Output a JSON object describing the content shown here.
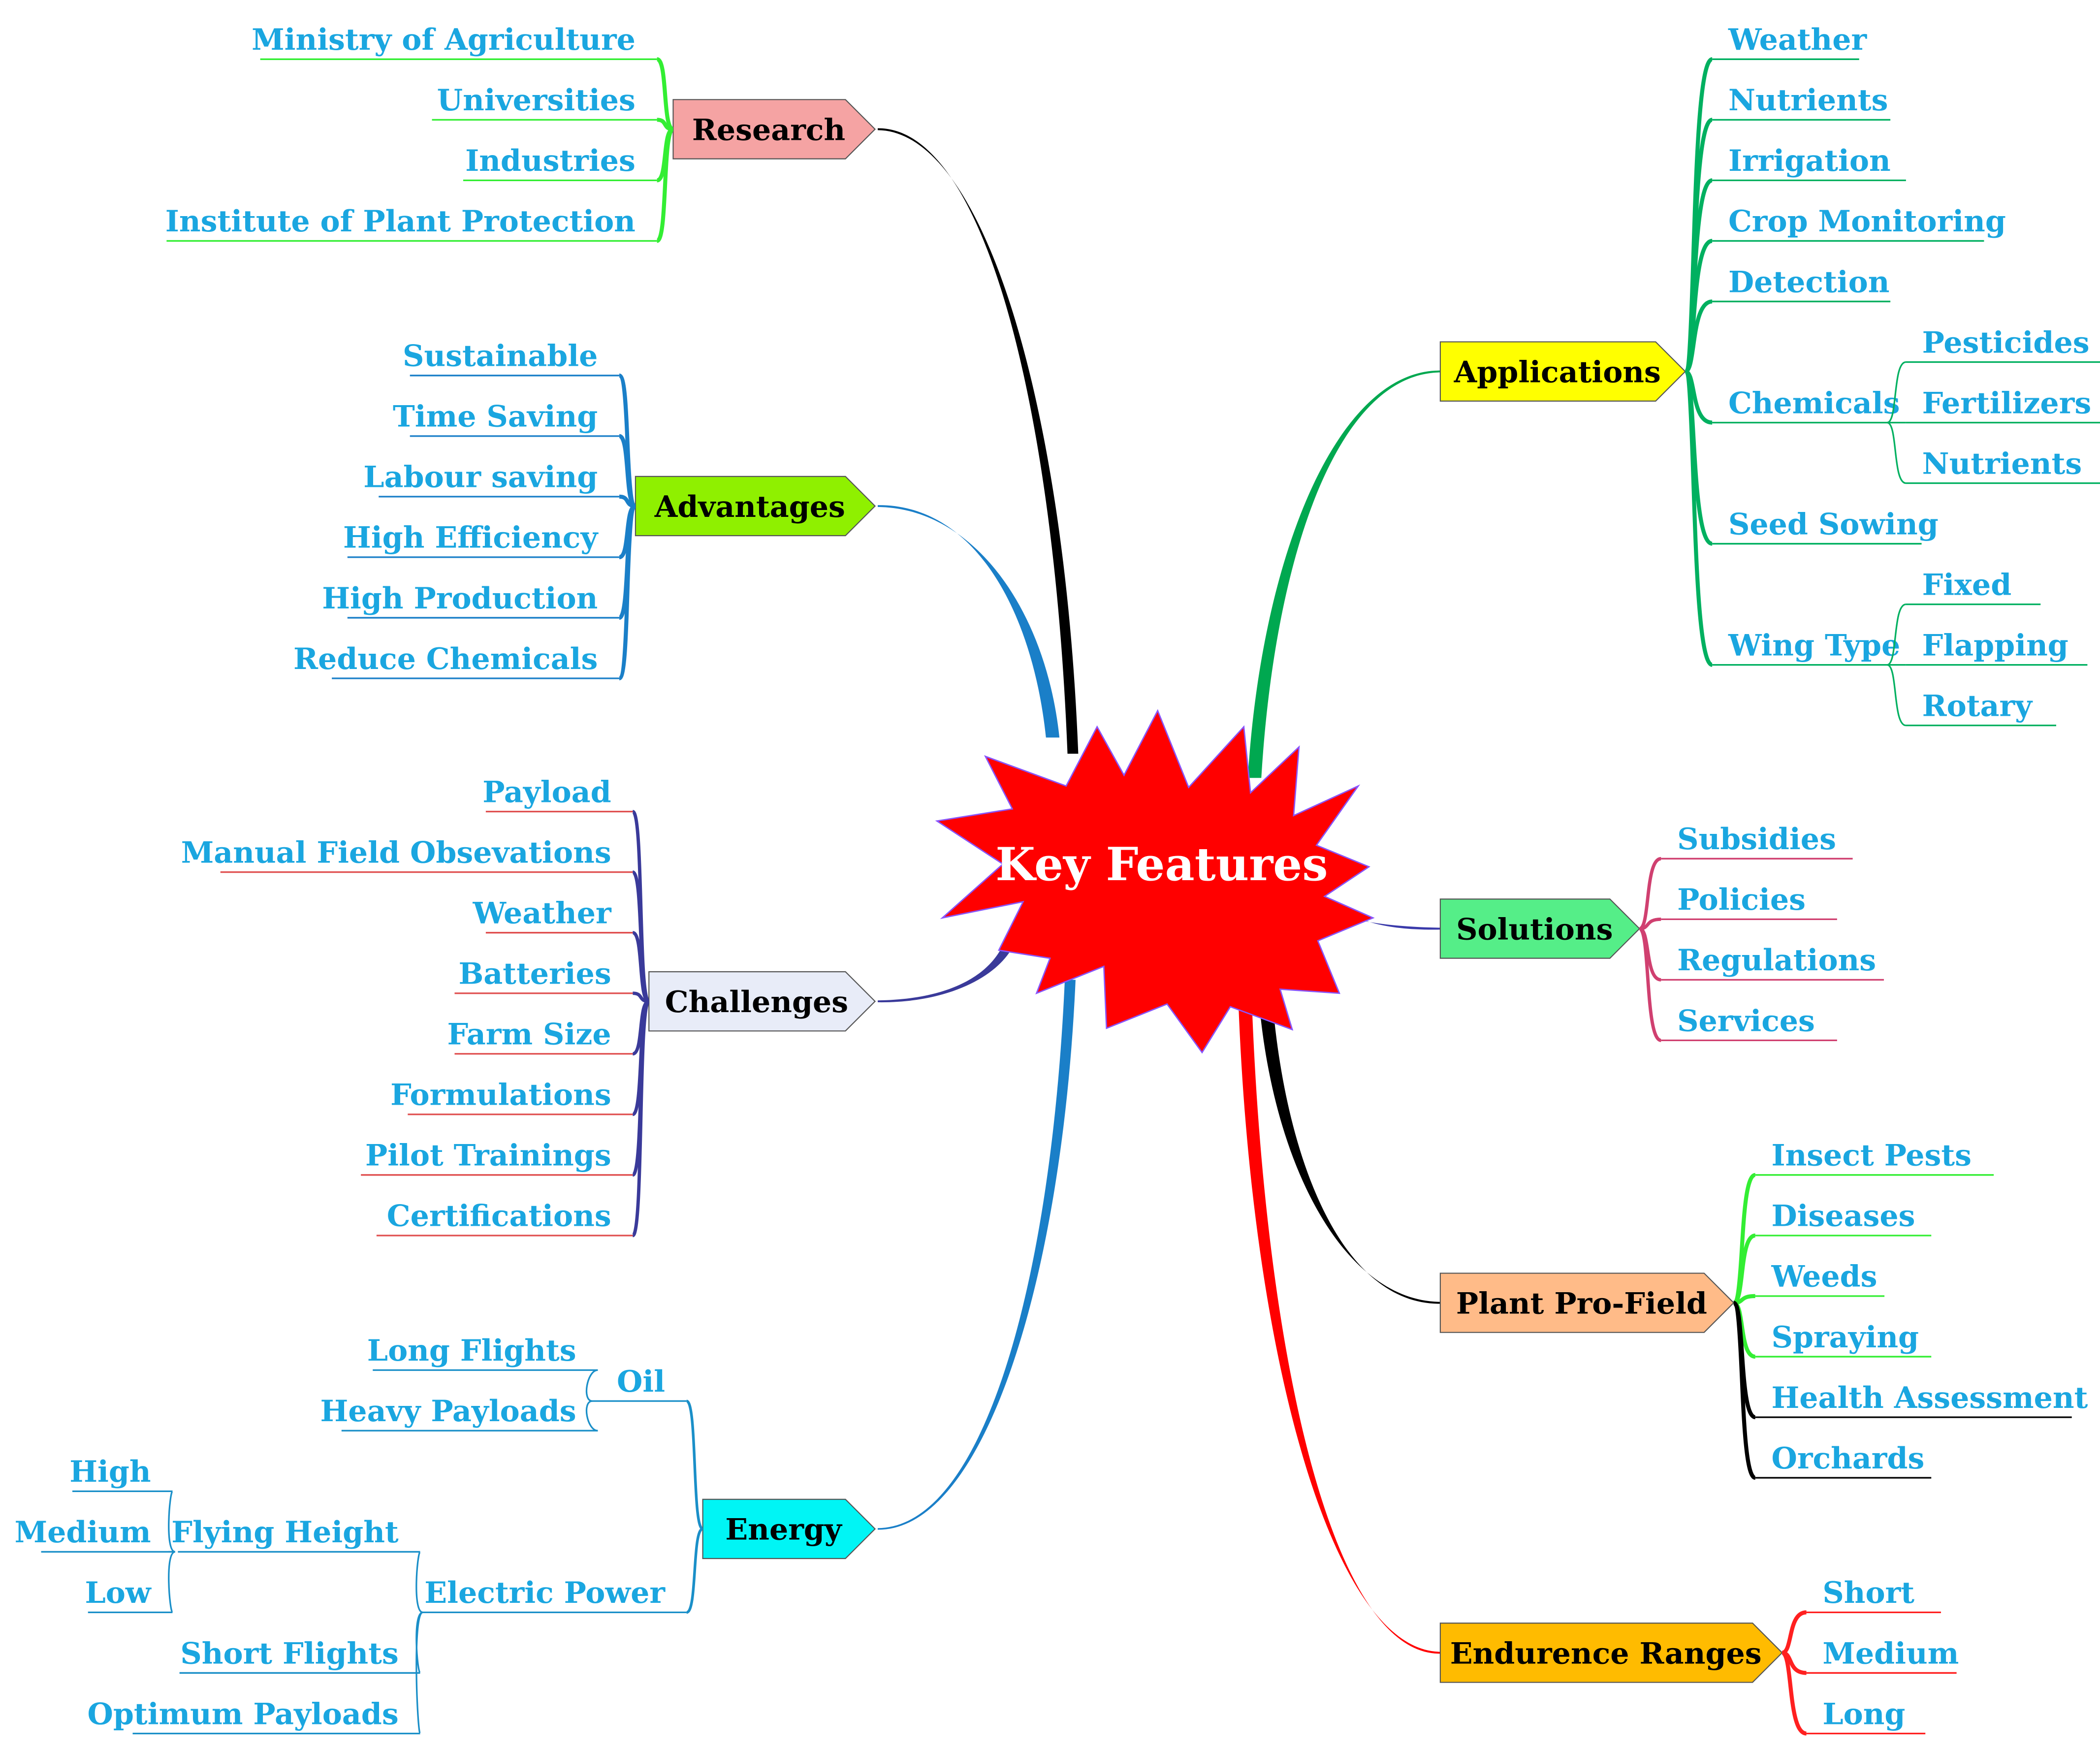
{
  "center": {
    "label": "Key Features",
    "color": "#ff0000"
  },
  "branches": [
    {
      "id": "research",
      "label": "Research",
      "fill": "#f5a3a3",
      "edge": "#000000",
      "leafLine": "#33ee33",
      "leaves": [
        "Ministry of Agriculture",
        "Universities",
        "Industries",
        "Institute of Plant Protection"
      ]
    },
    {
      "id": "advantages",
      "label": "Advantages",
      "fill": "#8ff000",
      "edge": "#1a7fc8",
      "leafLine": "#1a7fc8",
      "leaves": [
        "Sustainable",
        "Time Saving",
        "Labour saving",
        "High Efficiency",
        "High Production",
        "Reduce Chemicals"
      ]
    },
    {
      "id": "challenges",
      "label": "Challenges",
      "fill": "#e8ecf8",
      "edge": "#3a3a9a",
      "leafLine": "#e05050",
      "leaves": [
        "Payload",
        "Manual Field Obsevations",
        "Weather",
        "Batteries",
        "Farm Size",
        "Formulations",
        "Pilot Trainings",
        "Certifications"
      ]
    },
    {
      "id": "energy",
      "label": "Energy",
      "fill": "#00f5f5",
      "edge": "#1a7fc8",
      "leafLine": "#1a8fc8",
      "groups": [
        {
          "label": "Oil",
          "leaves": [
            "Long Flights",
            "Heavy Payloads"
          ]
        },
        {
          "label": "Electric Power",
          "subgroup": {
            "label": "Flying Height",
            "leaves": [
              "High",
              "Medium",
              "Low"
            ]
          },
          "leaves": [
            "Short Flights",
            "Optimum Payloads"
          ]
        }
      ]
    },
    {
      "id": "applications",
      "label": "Applications",
      "fill": "#ffff00",
      "edge": "#00a850",
      "leafLine": "#00b060",
      "items": [
        {
          "label": "Weather"
        },
        {
          "label": "Nutrients"
        },
        {
          "label": "Irrigation"
        },
        {
          "label": "Crop Monitoring"
        },
        {
          "label": "Detection"
        },
        {
          "label": "Chemicals",
          "children": [
            "Pesticides",
            "Fertilizers",
            "Nutrients"
          ]
        },
        {
          "label": "Seed Sowing"
        },
        {
          "label": "Wing Type",
          "children": [
            "Fixed",
            "Flapping",
            "Rotary"
          ]
        }
      ]
    },
    {
      "id": "solutions",
      "label": "Solutions",
      "fill": "#55ee88",
      "edge": "#3a3aaa",
      "leafLine": "#d04070",
      "leaves": [
        "Subsidies",
        "Policies",
        "Regulations",
        "Services"
      ]
    },
    {
      "id": "plantpro",
      "label": "Plant Pro-Field",
      "fill": "#ffbb88",
      "edge": "#000000",
      "leafLine": "#33ee33",
      "leaves": [
        "Insect Pests",
        "Diseases",
        "Weeds",
        "Spraying",
        "Health Assessment",
        "Orchards"
      ]
    },
    {
      "id": "endurance",
      "label": "Endurence Ranges",
      "fill": "#ffbb00",
      "edge": "#ff0000",
      "leafLine": "#ff2020",
      "leaves": [
        "Short",
        "Medium",
        "Long"
      ]
    }
  ]
}
